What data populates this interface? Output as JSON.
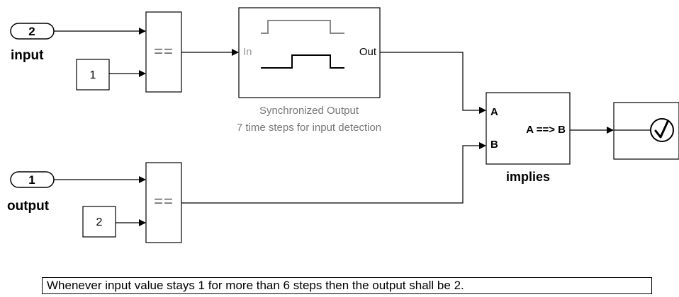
{
  "inports": {
    "input": {
      "number": "2",
      "label": "input"
    },
    "output": {
      "number": "1",
      "label": "output"
    }
  },
  "constants": {
    "top": "1",
    "bottom": "2"
  },
  "compare": {
    "top_symbol": "==",
    "bottom_symbol": "=="
  },
  "sync_block": {
    "in_port": "In",
    "out_port": "Out",
    "caption_line1": "Synchronized Output",
    "caption_line2": "7 time steps for input detection"
  },
  "implies_block": {
    "port_a": "A",
    "port_b": "B",
    "body": "A ==> B",
    "label": "implies"
  },
  "assertion_icon": "checkmark-circle-icon",
  "requirement_note": "Whenever input value stays 1 for more than 6 steps then the output shall be 2."
}
